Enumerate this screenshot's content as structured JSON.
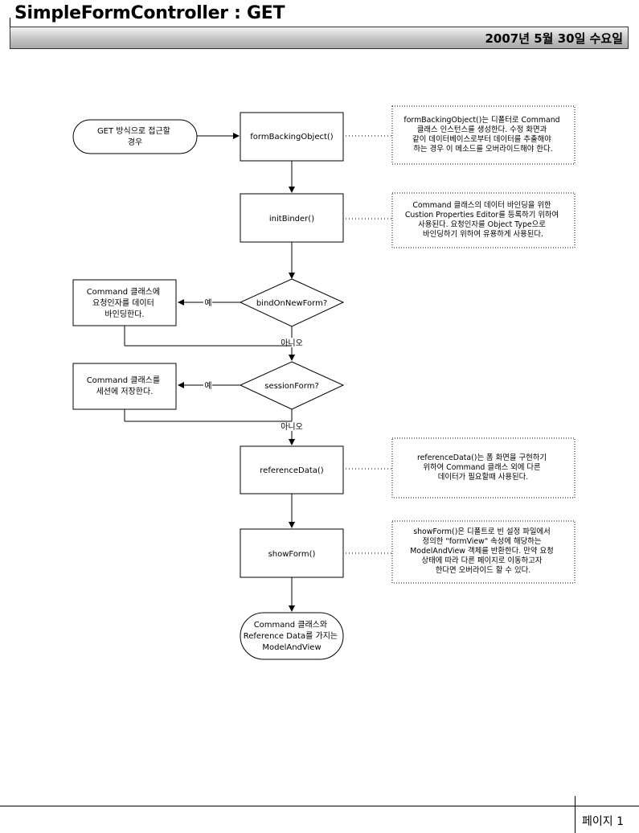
{
  "header": {
    "title": "SimpleFormController : GET",
    "date": "2007년 5월 30일 수요일"
  },
  "diagram": {
    "start": [
      "GET 방식으로 접근할",
      "경우"
    ],
    "steps": {
      "form_backing_object": "formBackingObject()",
      "init_binder": "initBinder()",
      "reference_data": "referenceData()",
      "show_form": "showForm()"
    },
    "decisions": {
      "bind_on_new_form": "bindOnNewForm?",
      "session_form": "sessionForm?"
    },
    "yes_boxes": {
      "bind": [
        "Command 클래스에",
        "요청인자를 데이터",
        "바인딩한다."
      ],
      "session": [
        "Command 클래스를",
        "세션에 저장한다."
      ]
    },
    "edge_labels": {
      "yes": "예",
      "no": "아니오"
    },
    "end": [
      "Command 클래스와",
      "Reference Data를 가지는",
      "ModelAndView"
    ],
    "notes": {
      "form_backing_object": [
        "formBackingObject()는 디폴터로 Command",
        "클래스 인스턴스를 생성한다. 수정 화면과",
        "같이 데이터베이스로부터 데이터를 추출해야",
        "하는 경우 이 메소드를 오버라이드해야 한다."
      ],
      "init_binder": [
        "Command 클래스의 데이터 바인딩을 위한",
        "Custion Properties Editor를 등록하기 위하여",
        "사용된다. 요청인자를 Object Type으로",
        "바인딩하기 위하여 유용하게 사용된다."
      ],
      "reference_data": [
        "referenceData()는 폼 화면을 구현하기",
        "위하여 Command 클래스 외에 다른",
        "데이터가 필요할때 사용된다."
      ],
      "show_form": [
        "showForm()은 디폴트로 빈 설정 파일에서",
        "정의한 \"formView\" 속성에 해당하는",
        "ModelAndView 객체를 반환한다. 만약 요청",
        "상태에 따라 다른 페이지로 이동하고자",
        "한다면 오버라이드 할 수 있다."
      ]
    }
  },
  "footer": {
    "page": "페이지 1"
  }
}
